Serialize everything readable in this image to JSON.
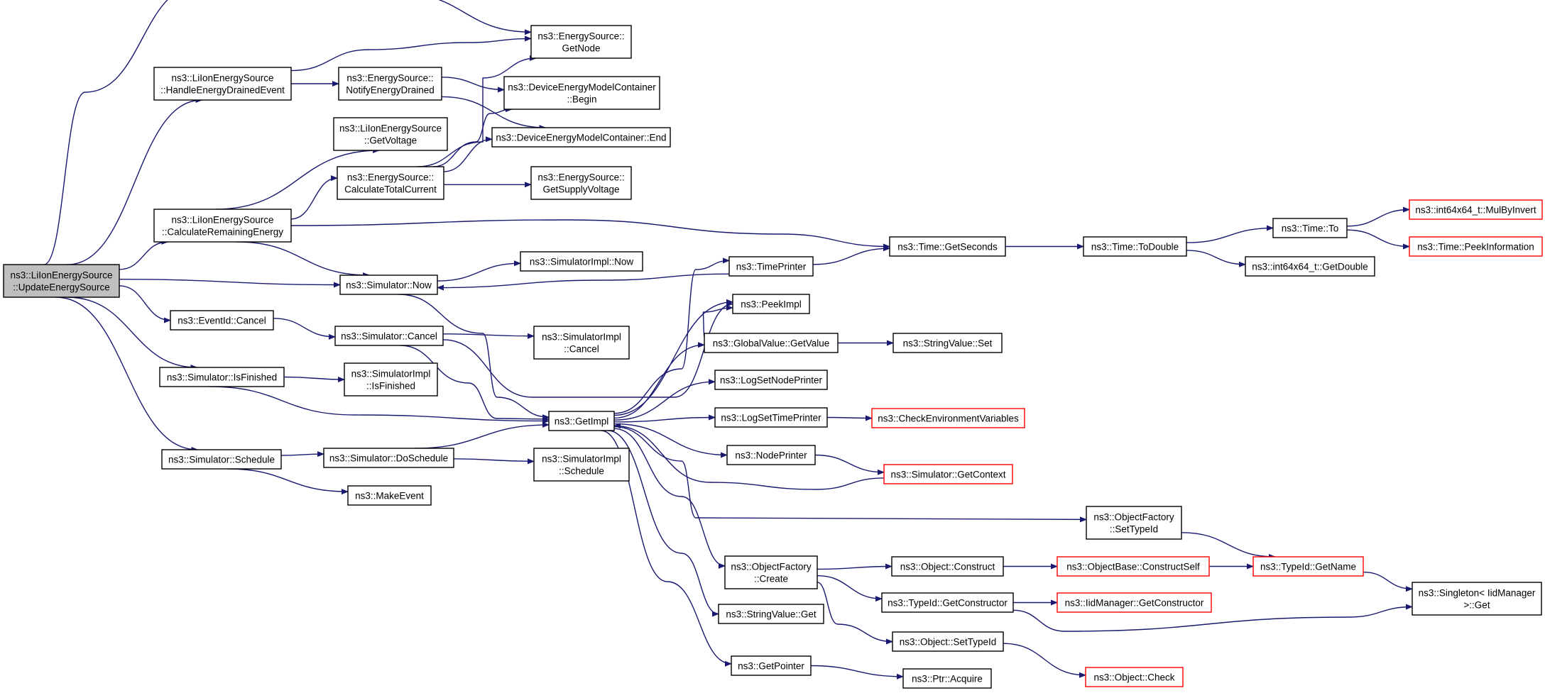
{
  "colors": {
    "edge": "#191970",
    "root_fill": "#bfbfbf",
    "truncated_border": "#ff0000",
    "node_border": "#000000"
  },
  "nodes": [
    {
      "id": "root",
      "lines": [
        "ns3::LiIonEnergySource",
        "::UpdateEnergySource"
      ],
      "style": "root"
    },
    {
      "id": "handle",
      "lines": [
        "ns3::LiIonEnergySource",
        "::HandleEnergyDrainedEvent"
      ]
    },
    {
      "id": "calcrem",
      "lines": [
        "ns3::LiIonEnergySource",
        "::CalculateRemainingEnergy"
      ]
    },
    {
      "id": "evcancel",
      "lines": [
        "ns3::EventId::Cancel"
      ]
    },
    {
      "id": "isfin",
      "lines": [
        "ns3::Simulator::IsFinished"
      ]
    },
    {
      "id": "sched",
      "lines": [
        "ns3::Simulator::Schedule"
      ]
    },
    {
      "id": "getnode",
      "lines": [
        "ns3::EnergySource::",
        "GetNode"
      ]
    },
    {
      "id": "notify",
      "lines": [
        "ns3::EnergySource::",
        "NotifyEnergyDrained"
      ]
    },
    {
      "id": "getvolt",
      "lines": [
        "ns3::LiIonEnergySource",
        "::GetVoltage"
      ]
    },
    {
      "id": "calctot",
      "lines": [
        "ns3::EnergySource::",
        "CalculateTotalCurrent"
      ]
    },
    {
      "id": "simnow",
      "lines": [
        "ns3::Simulator::Now"
      ]
    },
    {
      "id": "simcancel",
      "lines": [
        "ns3::Simulator::Cancel"
      ]
    },
    {
      "id": "isfinimpl",
      "lines": [
        "ns3::SimulatorImpl",
        "::IsFinished"
      ]
    },
    {
      "id": "dosched",
      "lines": [
        "ns3::Simulator::DoSchedule"
      ]
    },
    {
      "id": "makeevent",
      "lines": [
        "ns3::MakeEvent"
      ]
    },
    {
      "id": "begin",
      "lines": [
        "ns3::DeviceEnergyModelContainer",
        "::Begin"
      ]
    },
    {
      "id": "end",
      "lines": [
        "ns3::DeviceEnergyModelContainer::End"
      ]
    },
    {
      "id": "supply",
      "lines": [
        "ns3::EnergySource::",
        "GetSupplyVoltage"
      ]
    },
    {
      "id": "implnow",
      "lines": [
        "ns3::SimulatorImpl::Now"
      ]
    },
    {
      "id": "implcancel",
      "lines": [
        "ns3::SimulatorImpl",
        "::Cancel"
      ]
    },
    {
      "id": "getimpl",
      "lines": [
        "ns3::GetImpl"
      ]
    },
    {
      "id": "implsched",
      "lines": [
        "ns3::SimulatorImpl",
        "::Schedule"
      ]
    },
    {
      "id": "timeprinter",
      "lines": [
        "ns3::TimePrinter"
      ]
    },
    {
      "id": "peekimpl",
      "lines": [
        "ns3::PeekImpl"
      ]
    },
    {
      "id": "gvget",
      "lines": [
        "ns3::GlobalValue::GetValue"
      ]
    },
    {
      "id": "lognode",
      "lines": [
        "ns3::LogSetNodePrinter"
      ]
    },
    {
      "id": "logtime",
      "lines": [
        "ns3::LogSetTimePrinter"
      ]
    },
    {
      "id": "nodeprinter",
      "lines": [
        "ns3::NodePrinter"
      ]
    },
    {
      "id": "ofcreate",
      "lines": [
        "ns3::ObjectFactory",
        "::Create"
      ]
    },
    {
      "id": "svget",
      "lines": [
        "ns3::StringValue::Get"
      ]
    },
    {
      "id": "getpointer",
      "lines": [
        "ns3::GetPointer"
      ]
    },
    {
      "id": "getseconds",
      "lines": [
        "ns3::Time::GetSeconds"
      ]
    },
    {
      "id": "svset",
      "lines": [
        "ns3::StringValue::Set"
      ]
    },
    {
      "id": "checkenv",
      "lines": [
        "ns3::CheckEnvironmentVariables"
      ],
      "style": "trunc"
    },
    {
      "id": "getctx",
      "lines": [
        "ns3::Simulator::GetContext"
      ],
      "style": "trunc"
    },
    {
      "id": "ofsettype",
      "lines": [
        "ns3::ObjectFactory",
        "::SetTypeId"
      ]
    },
    {
      "id": "objconstruct",
      "lines": [
        "ns3::Object::Construct"
      ]
    },
    {
      "id": "tidgetctor",
      "lines": [
        "ns3::TypeId::GetConstructor"
      ]
    },
    {
      "id": "objsettype",
      "lines": [
        "ns3::Object::SetTypeId"
      ]
    },
    {
      "id": "ptracq",
      "lines": [
        "ns3::Ptr::Acquire"
      ]
    },
    {
      "id": "todouble",
      "lines": [
        "ns3::Time::ToDouble"
      ]
    },
    {
      "id": "constructself",
      "lines": [
        "ns3::ObjectBase::ConstructSelf"
      ],
      "style": "trunc"
    },
    {
      "id": "iidgetctor",
      "lines": [
        "ns3::IidManager::GetConstructor"
      ],
      "style": "trunc"
    },
    {
      "id": "objcheck",
      "lines": [
        "ns3::Object::Check"
      ],
      "style": "trunc"
    },
    {
      "id": "timeto",
      "lines": [
        "ns3::Time::To"
      ]
    },
    {
      "id": "getdouble",
      "lines": [
        "ns3::int64x64_t::GetDouble"
      ]
    },
    {
      "id": "tidgetname",
      "lines": [
        "ns3::TypeId::GetName"
      ],
      "style": "trunc"
    },
    {
      "id": "mulbyinv",
      "lines": [
        "ns3::int64x64_t::MulByInvert"
      ],
      "style": "trunc"
    },
    {
      "id": "peekinfo",
      "lines": [
        "ns3::Time::PeekInformation"
      ],
      "style": "trunc"
    },
    {
      "id": "singleton",
      "lines": [
        "ns3::Singleton< IidManager",
        " >::Get"
      ]
    }
  ]
}
